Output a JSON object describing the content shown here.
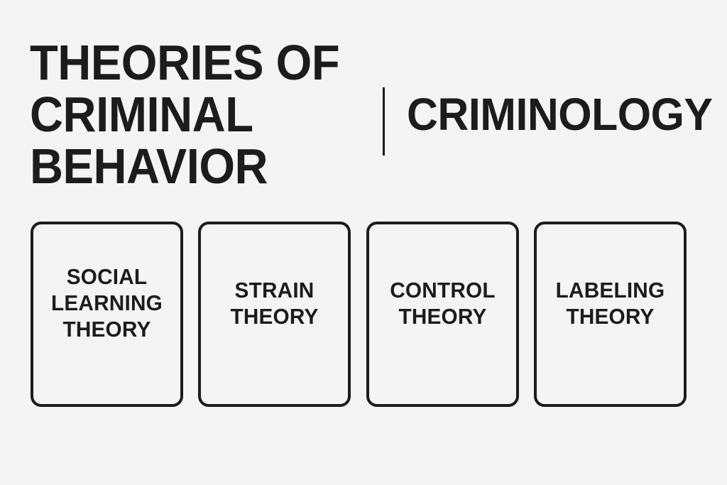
{
  "page": {
    "background_color": "#f4f4f4",
    "text_color": "#1c1c1c"
  },
  "header": {
    "main_title": "THEORIES OF\nCRIMINAL\nBEHAVIOR",
    "divider": "vertical-rule",
    "subject_title": "CRIMINOLOGY"
  },
  "cards": [
    {
      "label": "SOCIAL\nLEARNING\nTHEORY",
      "name": "social-learning-theory"
    },
    {
      "label": "STRAIN\nTHEORY",
      "name": "strain-theory"
    },
    {
      "label": "CONTROL\nTHEORY",
      "name": "control-theory"
    },
    {
      "label": "LABELING\nTHEORY",
      "name": "labeling-theory"
    }
  ]
}
